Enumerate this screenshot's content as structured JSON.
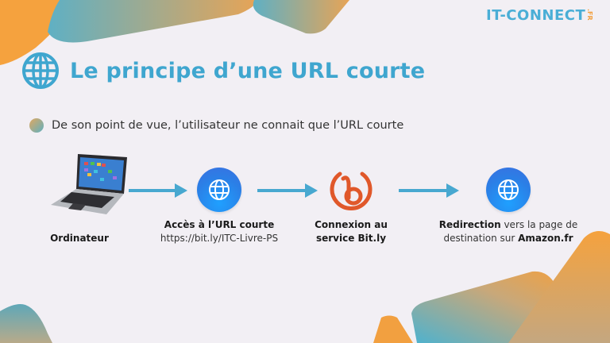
{
  "logo": {
    "main": "IT-CONNECT",
    "tld": ".FR"
  },
  "header": {
    "title": "Le principe d’une URL courte"
  },
  "bullet": {
    "text": "De son point de vue, l’utilisateur ne connait que l’URL courte"
  },
  "flow": {
    "nodes": [
      {
        "id": "ordinateur",
        "label_bold": "Ordinateur",
        "icon": "laptop-icon"
      },
      {
        "id": "acces",
        "label_bold": "Accès à l’URL courte",
        "label_normal": "https://bit.ly/ITC-Livre-PS",
        "icon": "globe-icon"
      },
      {
        "id": "connexion",
        "label_bold_1": "Connexion au",
        "label_bold_2": "service Bit.ly",
        "icon": "bitly-icon"
      },
      {
        "id": "redirection",
        "label_bold": "Redirection",
        "label_normal_1": " vers la page de",
        "label_normal_2": "destination sur ",
        "label_bold_2": "Amazon.fr",
        "icon": "globe-icon"
      }
    ]
  },
  "colors": {
    "accent_blue": "#3fa6cf",
    "orange": "#f2a040",
    "bitly_orange": "#e0582a",
    "background": "#f2eff4"
  }
}
